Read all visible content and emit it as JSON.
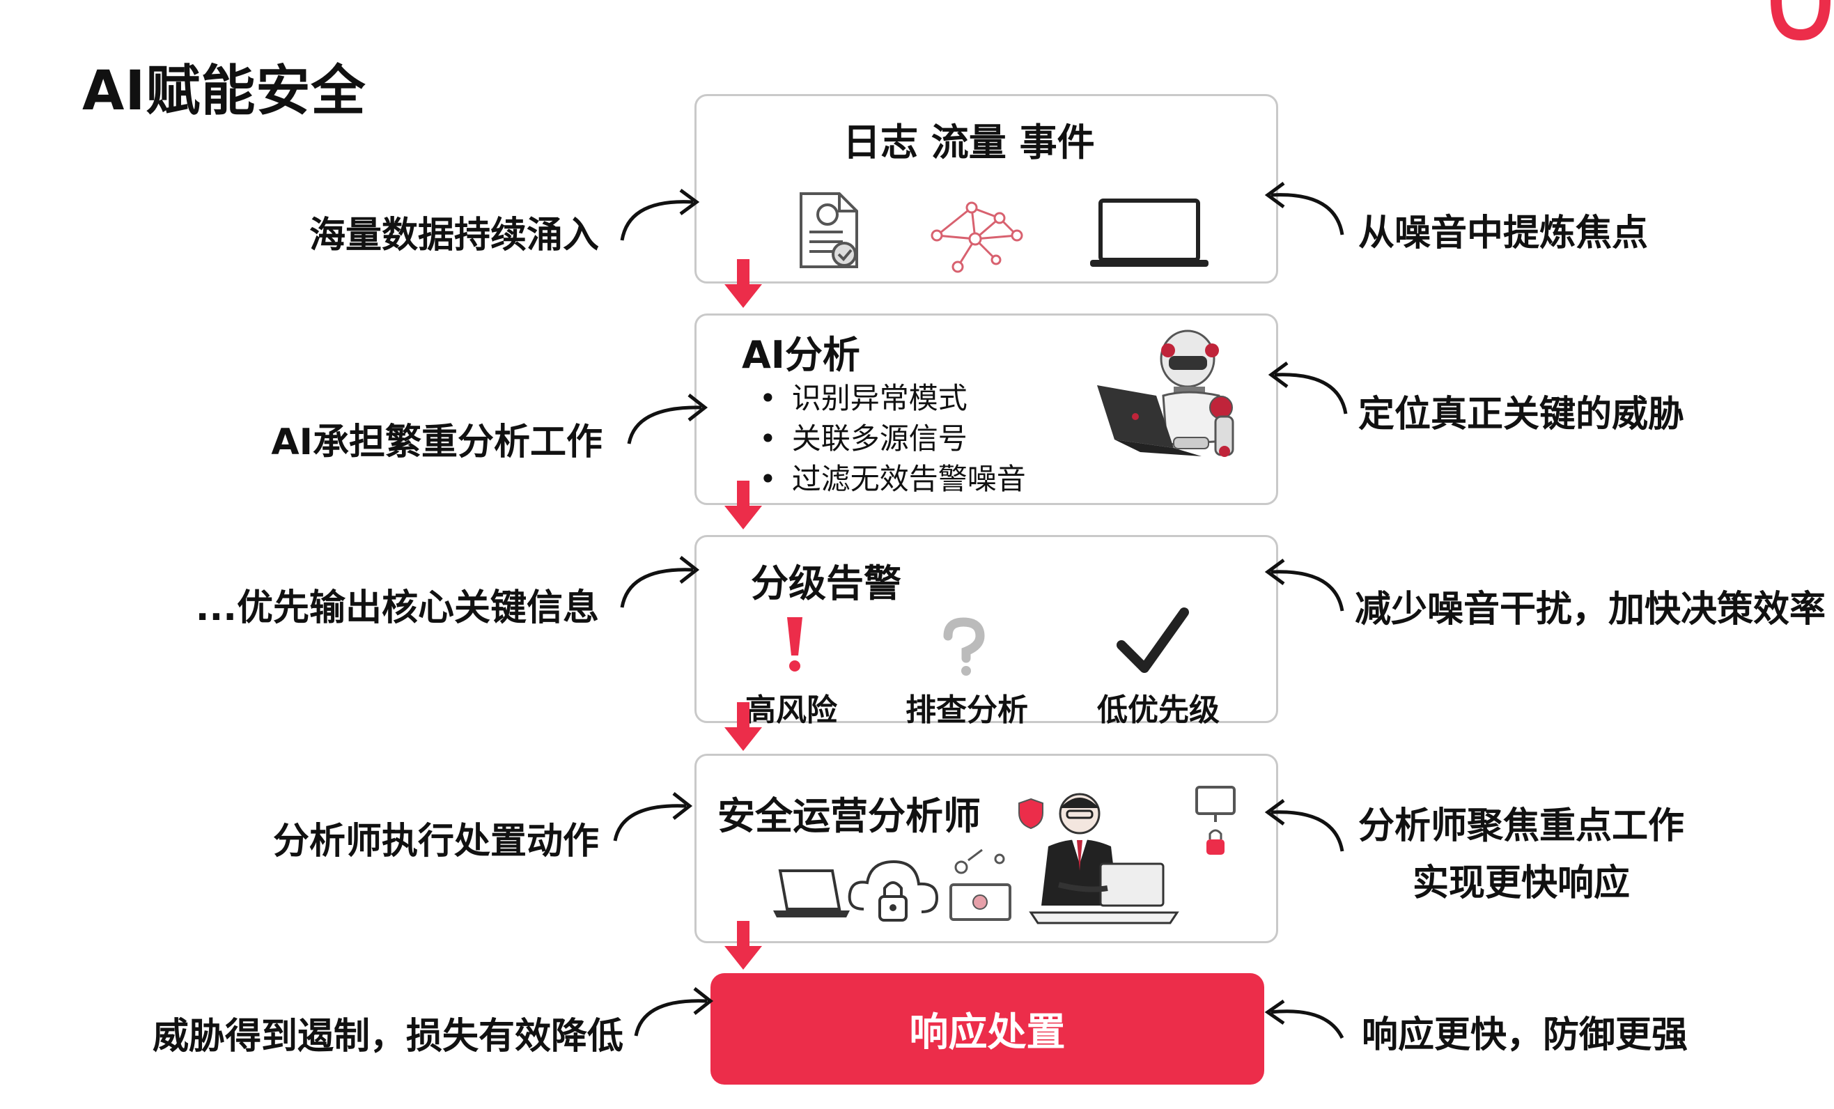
{
  "title": "AI赋能安全",
  "boxes": {
    "data": {
      "title": "日志 流量 事件"
    },
    "ai": {
      "title": "AI分析",
      "bullets": [
        "识别异常模式",
        "关联多源信号",
        "过滤无效告警噪音"
      ]
    },
    "alert": {
      "title": "分级告警",
      "levels": [
        "高风险",
        "排查分析",
        "低优先级"
      ]
    },
    "soc": {
      "title": "安全运营分析师"
    },
    "response": {
      "label": "响应处置"
    }
  },
  "left_notes": [
    "海量数据持续涌入",
    "AI承担繁重分析工作",
    "...优先输出核心关键信息",
    "分析师执行处置动作",
    "威胁得到遏制，损失有效降低"
  ],
  "right_notes": [
    "从噪音中提炼焦点",
    "定位真正关键的威胁",
    "减少噪音干扰，加快决策效率",
    [
      "分析师聚焦重点工作",
      "实现更快响应"
    ],
    "响应更快，防御更强"
  ],
  "icons": {
    "data_box": [
      "document-check-icon",
      "network-graph-icon",
      "laptop-icon"
    ],
    "ai_box": [
      "robot-analyst-icon"
    ],
    "alert_box": [
      "exclamation-icon",
      "question-icon",
      "checkmark-icon"
    ],
    "soc_box": [
      "shield-icon",
      "analyst-person-icon",
      "monitor-lock-icon",
      "laptop-icon",
      "cloud-lock-icon",
      "laptop-tools-icon"
    ],
    "corner": [
      "brand-logo-icon"
    ]
  },
  "colors": {
    "accent": "#ec2d4a",
    "border": "#c9c9c9",
    "text": "#111111"
  }
}
